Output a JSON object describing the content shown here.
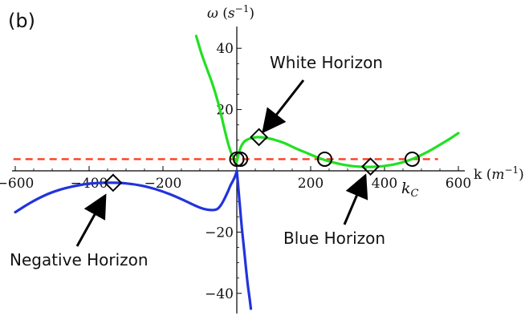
{
  "panel_label": "(b)",
  "chart_data": {
    "type": "line",
    "xlabel": "k (m⁻¹)",
    "ylabel": "ω (s⁻¹)",
    "xlim": [
      -600,
      600
    ],
    "ylim": [
      -45,
      45
    ],
    "x_ticks": [
      -600,
      -400,
      -200,
      200,
      400,
      600
    ],
    "x_tick_labels": [
      "−600",
      "−400",
      "−200",
      "200",
      "400",
      "600"
    ],
    "y_ticks": [
      -40,
      -20,
      20,
      40
    ],
    "y_tick_labels": [
      "−40",
      "−20",
      "20",
      "40"
    ],
    "threshold_line": {
      "y": 3.8,
      "color": "#ff3b1f",
      "style": "dashed"
    },
    "series": [
      {
        "color": "#22e022",
        "x": [
          -110,
          -95,
          -80,
          -65,
          -50,
          -38,
          -28,
          -20,
          -14,
          -9,
          -5,
          -2,
          0,
          4,
          10,
          20,
          35,
          55,
          75,
          100,
          130,
          160,
          190,
          220,
          250,
          280,
          310,
          340,
          370,
          400,
          430,
          460,
          490,
          520,
          550,
          580,
          600
        ],
        "y": [
          44,
          38,
          33,
          28,
          22,
          16,
          11,
          7.5,
          5.5,
          4.3,
          3.6,
          3.2,
          3.0,
          5.0,
          7.5,
          9.5,
          10.5,
          11,
          10.8,
          10.2,
          9.0,
          7.3,
          5.8,
          4.3,
          3.1,
          2.2,
          1.6,
          1.3,
          1.3,
          1.6,
          2.2,
          3.2,
          4.6,
          6.4,
          8.5,
          10.7,
          12.3
        ]
      },
      {
        "color": "#2233dd",
        "x": [
          -600,
          -560,
          -520,
          -480,
          -440,
          -400,
          -360,
          -330,
          -300,
          -260,
          -220,
          -180,
          -140,
          -110,
          -90,
          -70,
          -55,
          -45,
          -35,
          -25,
          -18,
          -12,
          -7,
          -3,
          0
        ],
        "y": [
          -13.5,
          -10.5,
          -8.0,
          -6.2,
          -5.0,
          -4.2,
          -3.9,
          -3.9,
          -4.1,
          -4.8,
          -6.0,
          -7.7,
          -9.8,
          -11.5,
          -12.4,
          -12.8,
          -12.6,
          -11.5,
          -9.5,
          -7.0,
          -5.0,
          -3.6,
          -2.4,
          -1.2,
          0.0
        ]
      },
      {
        "color": "#2233dd",
        "x": [
          0,
          3,
          8,
          14,
          20,
          25,
          30,
          34,
          38
        ],
        "y": [
          0.0,
          -4.0,
          -11.0,
          -19.0,
          -26.0,
          -32.0,
          -37.5,
          -41.0,
          -45.0
        ]
      }
    ],
    "circle_markers": [
      {
        "x": 0,
        "y": 3.8
      },
      {
        "x": 10,
        "y": 3.8
      },
      {
        "x": 238,
        "y": 3.8
      },
      {
        "x": 475,
        "y": 3.8
      }
    ],
    "diamond_markers": [
      {
        "x": 60,
        "y": 11
      },
      {
        "x": -335,
        "y": -3.9
      },
      {
        "x": 362,
        "y": 1.4
      }
    ],
    "annotations": [
      {
        "text": "White Horizon",
        "target_x": 60,
        "target_y": 11
      },
      {
        "text": "Negative Horizon",
        "target_x": -335,
        "target_y": -3.9
      },
      {
        "text": "Blue Horizon",
        "target_x": 362,
        "target_y": 1.4
      },
      {
        "text": "kC",
        "target_x": 475,
        "target_y": 3.8
      }
    ]
  }
}
